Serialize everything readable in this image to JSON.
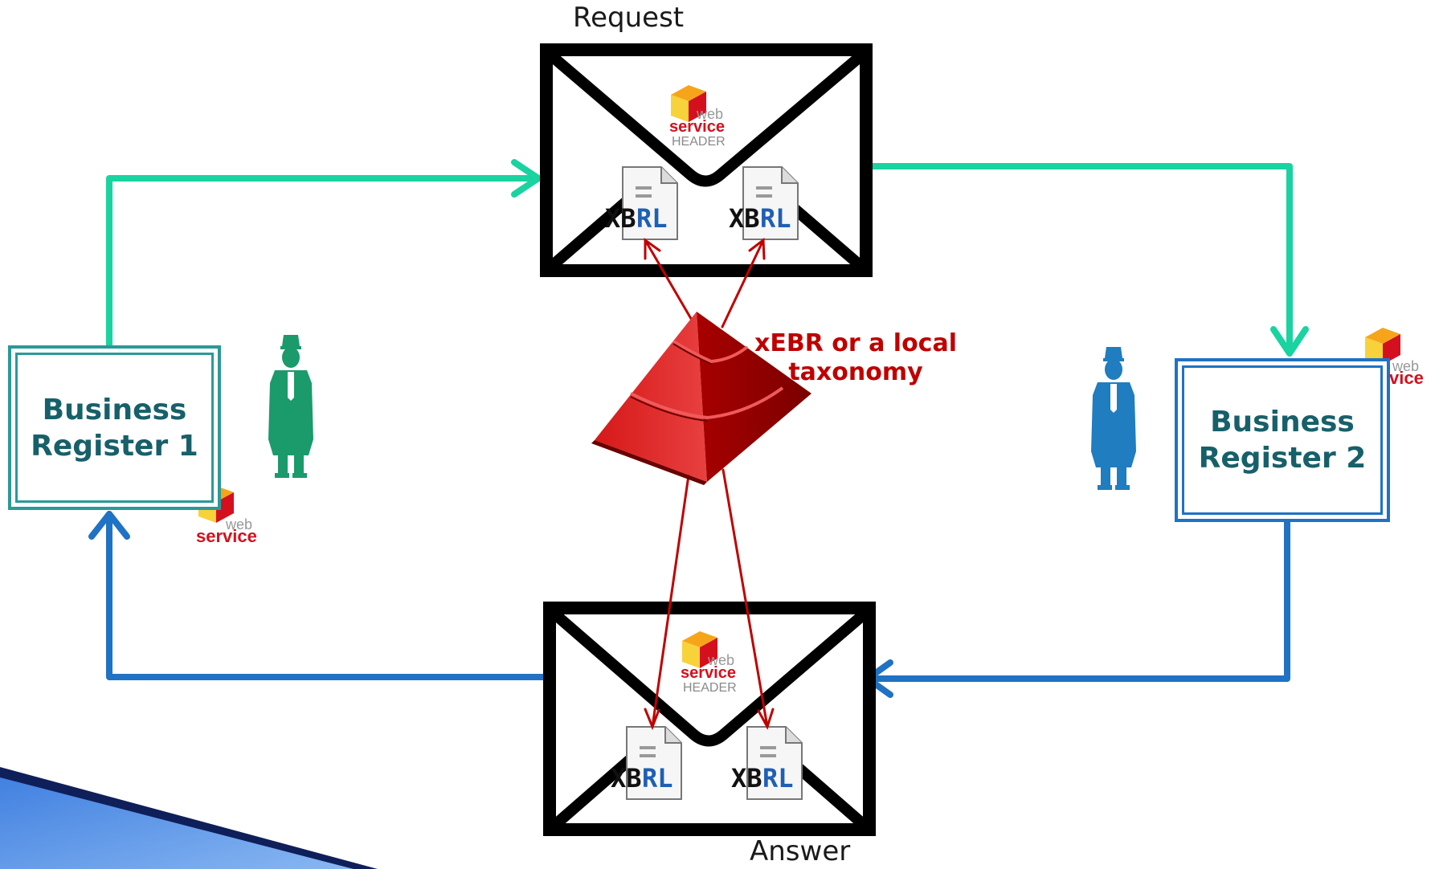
{
  "request_label": "Request",
  "answer_label": "Answer",
  "register1": {
    "line1": "Business",
    "line2": "Register 1"
  },
  "register2": {
    "line1": "Business",
    "line2": "Register 2"
  },
  "taxonomy": {
    "line1": "xEBR or a local",
    "line2": "taxonomy"
  },
  "document_label": {
    "a": "XB",
    "b": "RL"
  },
  "web_service": {
    "small": "web",
    "big": "service",
    "header": "HEADER"
  },
  "colors": {
    "teal_flow": "#19d3a0",
    "blue_flow": "#1f72c4",
    "taxonomy_red": "#c00000",
    "register_text": "#17606a",
    "judge_green": "#1b9a6c",
    "judge_blue": "#1f7dc0"
  }
}
